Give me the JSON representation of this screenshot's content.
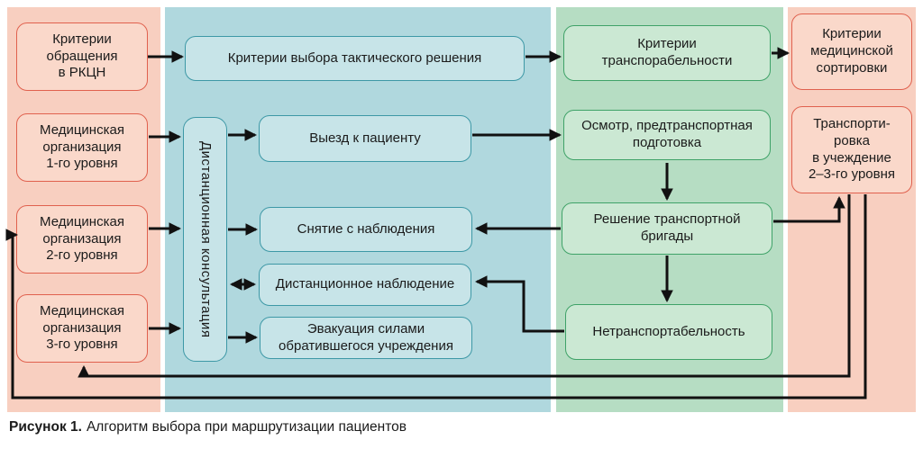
{
  "boxes": {
    "criteria_rkcn": "Критерии\nобращения\nв РКЦН",
    "org_level1": "Медицинская\nорганизация\n1-го уровня",
    "org_level2": "Медицинская\nорганизация\n2-го уровня",
    "org_level3": "Медицинская\nорганизация\n3-го уровня",
    "criteria_tactical": "Критерии выбора тактического решения",
    "remote_consultation": "Дистанционная консультация",
    "visit_patient": "Выезд к пациенту",
    "remove_observation": "Снятие с наблюдения",
    "remote_observation": "Дистанционное наблюдение",
    "evacuation": "Эвакуация силами\nобратившегося учреждения",
    "criteria_transportability": "Критерии\nтранспорабельности",
    "inspection": "Осмотр, предтранспортная\nподготовка",
    "team_decision": "Решение транспортной\nбригады",
    "non_transportable": "Нетранспортабельность",
    "criteria_triage": "Критерии\nмедицинской\nсортировки",
    "transportation": "Транспорти-\nровка\nв учеждение\n2–3-го уровня"
  },
  "caption": {
    "label": "Рисунок 1.",
    "text": "Алгоритм выбора при маршрутизации пациентов"
  },
  "colors": {
    "salmon_panel": "#f8cfc0",
    "salmon_box": "#fad8ca",
    "salmon_border": "#e0614e",
    "blue_panel": "#b0d8de",
    "blue_box": "#c7e4e8",
    "blue_border": "#3d98a6",
    "green_panel": "#b6ddc3",
    "green_box": "#cbe8d3",
    "green_border": "#3fa268",
    "arrow": "#111111",
    "text": "#1b1b1b"
  }
}
